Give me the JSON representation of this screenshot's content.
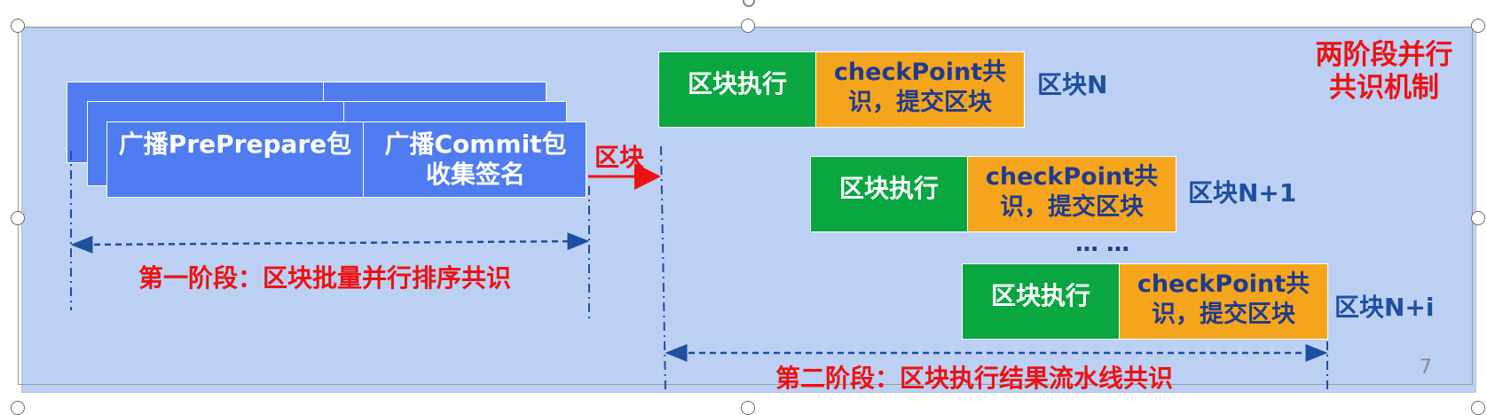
{
  "title_lines": [
    "两阶段并行",
    "共识机制"
  ],
  "phase1": {
    "cells": [
      "广播PrePrepare包",
      "广播Commit包\n收集签名"
    ],
    "arrow_label": "区块",
    "span_label": "第一阶段：区块批量并行排序共识"
  },
  "phase2": {
    "rows": [
      {
        "exec": "区块执行",
        "checkpoint": "checkPoint共\n识，提交区块",
        "label": "区块N"
      },
      {
        "exec": "区块执行",
        "checkpoint": "checkPoint共\n识，提交区块",
        "label": "区块N+1"
      },
      {
        "exec": "区块执行",
        "checkpoint": "checkPoint共\n识，提交区块",
        "label": "区块N+i"
      }
    ],
    "ellipsis": "… …",
    "span_label": "第二阶段：区块执行结果流水线共识"
  },
  "page_number": "7",
  "colors": {
    "slide_bg": "#bcd0f3",
    "block_blue": "#4f7cf0",
    "exec_green": "#0aa640",
    "checkpoint_orange": "#f5a51c",
    "label_blue": "#1f4fa0",
    "dashed_blue": "#1f4fa0",
    "emphasis_red": "#ee1111"
  }
}
